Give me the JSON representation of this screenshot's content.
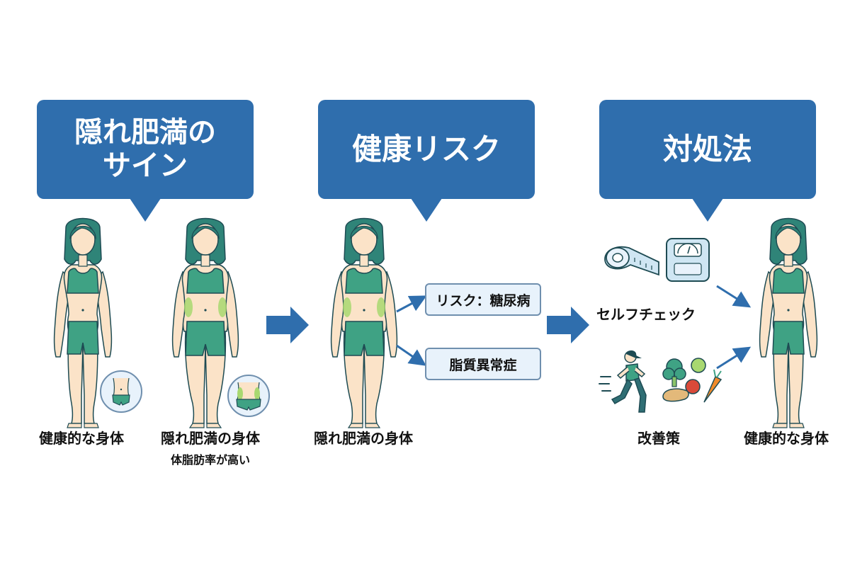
{
  "colors": {
    "bubble": "#2f6ead",
    "hair": "#2f8478",
    "outfit": "#3fa284",
    "skin": "#fbe3c8",
    "outline": "#1e4b53",
    "fat_highlight": "#a8d870",
    "arrow": "#2f6ead",
    "box_fill": "#e8f2fb"
  },
  "sections": {
    "signs": {
      "title_lines": [
        "隠れ肥満の",
        "サイン"
      ],
      "healthy_caption": "健康的な身体",
      "hidden_caption": "隠れ肥満の身体",
      "hidden_subcaption": "体脂肪率が高い",
      "healthy_detail_icon": "slim-waist-icon",
      "hidden_detail_icon": "belly-fat-icon"
    },
    "risks": {
      "title": "健康リスク",
      "body_caption": "隠れ肥満の身体",
      "risk_items": [
        "リスク：糖尿病",
        "脂質異常症"
      ]
    },
    "remedies": {
      "title": "対処法",
      "self_check_label": "セルフチェック",
      "improvement_label": "改善策",
      "result_caption": "健康的な身体",
      "icons": [
        "tape-measure-icon",
        "bathroom-scale-icon",
        "running-woman-icon",
        "vegetables-icon"
      ]
    }
  }
}
